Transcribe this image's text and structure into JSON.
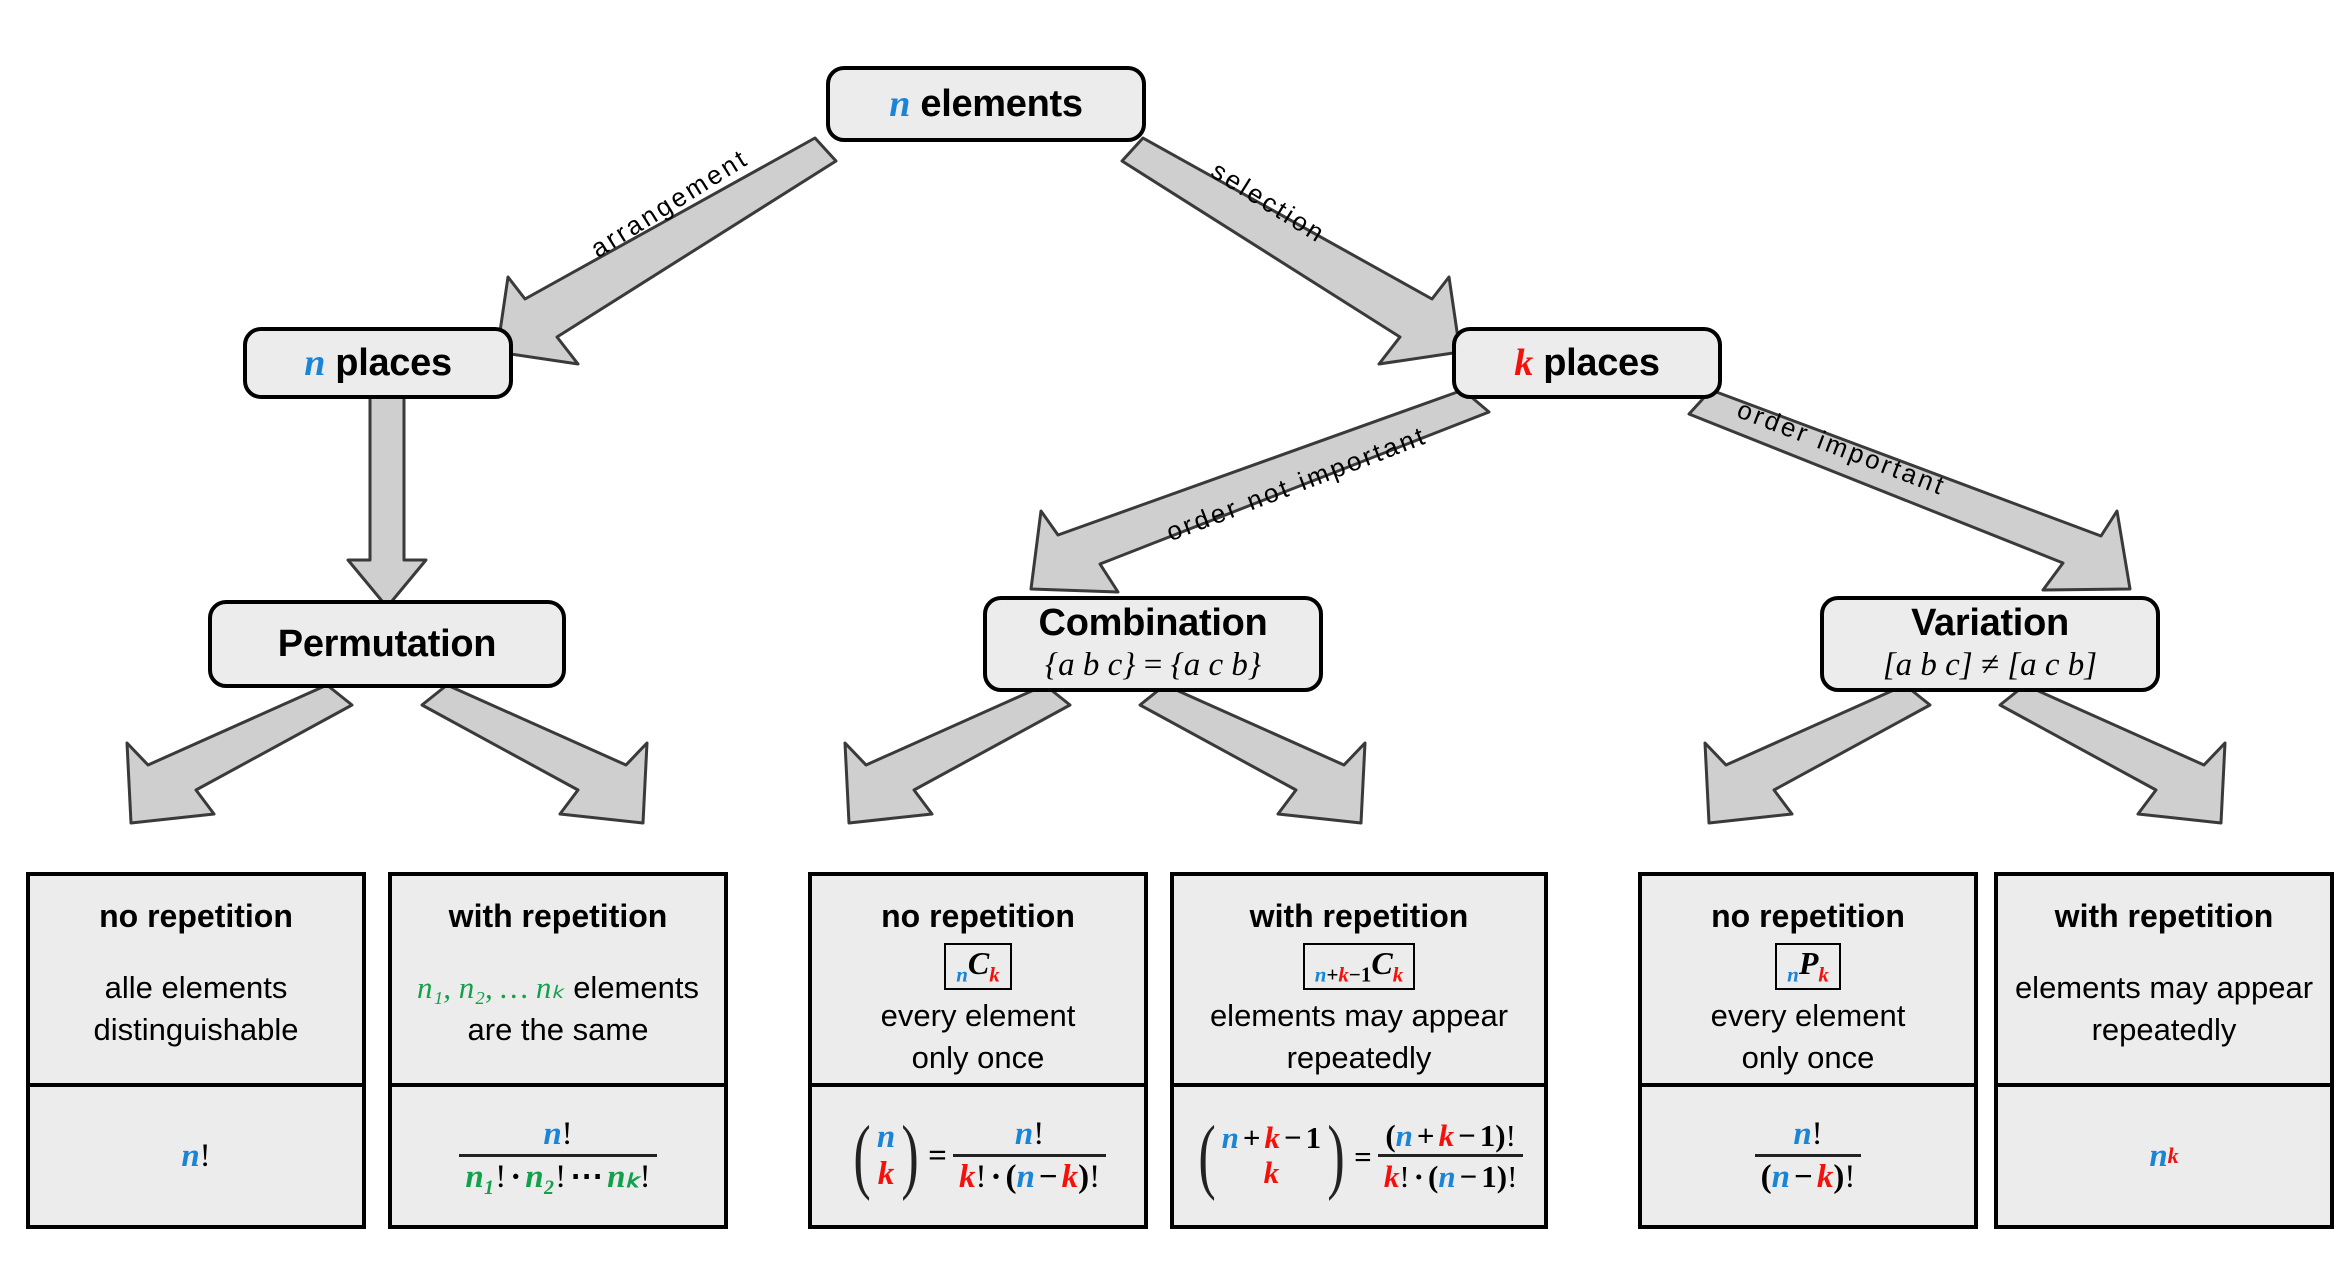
{
  "diagram": {
    "title": "Combinatorics decision tree",
    "colors": {
      "n_color": "#1a85d6",
      "k_color": "#f5110b",
      "repeat_color": "#12a14b",
      "node_fill": "#ececec",
      "node_border": "#000000",
      "arrow_fill": "#cfcfcf",
      "arrow_stroke": "#3a3a3a"
    }
  },
  "nodes": {
    "root": {
      "var": "n",
      "label": "elements"
    },
    "n_places": {
      "var": "n",
      "label": "places"
    },
    "k_places": {
      "var": "k",
      "label": "places"
    },
    "permutation": {
      "title": "Permutation",
      "sub": ""
    },
    "combination": {
      "title": "Combination",
      "sub_left": "{a b c}",
      "sub_op": "=",
      "sub_right": "{a c b}"
    },
    "variation": {
      "title": "Variation",
      "sub_left": "[a b c]",
      "sub_op": "≠",
      "sub_right": "[a c b]"
    }
  },
  "edges": {
    "arrangement": "arrangement",
    "selection": "selection",
    "order_not_important": "order not important",
    "order_important": "order important"
  },
  "leaves": {
    "perm_no_rep": {
      "head": "no repetition",
      "symbol": null,
      "desc_line1": "alle elements",
      "desc_line2": "distinguishable",
      "formula": "n!"
    },
    "perm_with_rep": {
      "head": "with repetition",
      "symbol": null,
      "desc_prefix": "n₁, n₂, … nₖ",
      "desc_line1_tail": " elements",
      "desc_line2": "are the same",
      "formula_num": "n!",
      "formula_den": "n₁! · n₂! ⋯ nₖ!"
    },
    "comb_no_rep": {
      "head": "no repetition",
      "symbol": "nCk",
      "desc_line1": "every element",
      "desc_line2": "only once",
      "formula": "(n over k) = n! / (k! · (n − k)!)"
    },
    "comb_with_rep": {
      "head": "with repetition",
      "symbol": "n+k−1Ck",
      "desc_line1": "elements may appear",
      "desc_line2": "repeatedly",
      "formula": "(n + k − 1 over k) = (n + k − 1)! / (k! · (n − 1)!)"
    },
    "var_no_rep": {
      "head": "no repetition",
      "symbol": "nPk",
      "desc_line1": "every element",
      "desc_line2": "only once",
      "formula": "n! / (n − k)!"
    },
    "var_with_rep": {
      "head": "with repetition",
      "symbol": null,
      "desc_line1": "elements may appear",
      "desc_line2": "repeatedly",
      "formula": "n^k"
    }
  },
  "symbols": {
    "n": "n",
    "k": "k",
    "C": "C",
    "P": "P",
    "one": "1",
    "plus": "+",
    "minus": "−",
    "times": "·",
    "equals": "=",
    "factorial": "!",
    "ellipsis": "⋯",
    "lparen": "(",
    "rparen": ")",
    "n1": "n₁",
    "n2": "n₂",
    "nk": "nₖ"
  }
}
